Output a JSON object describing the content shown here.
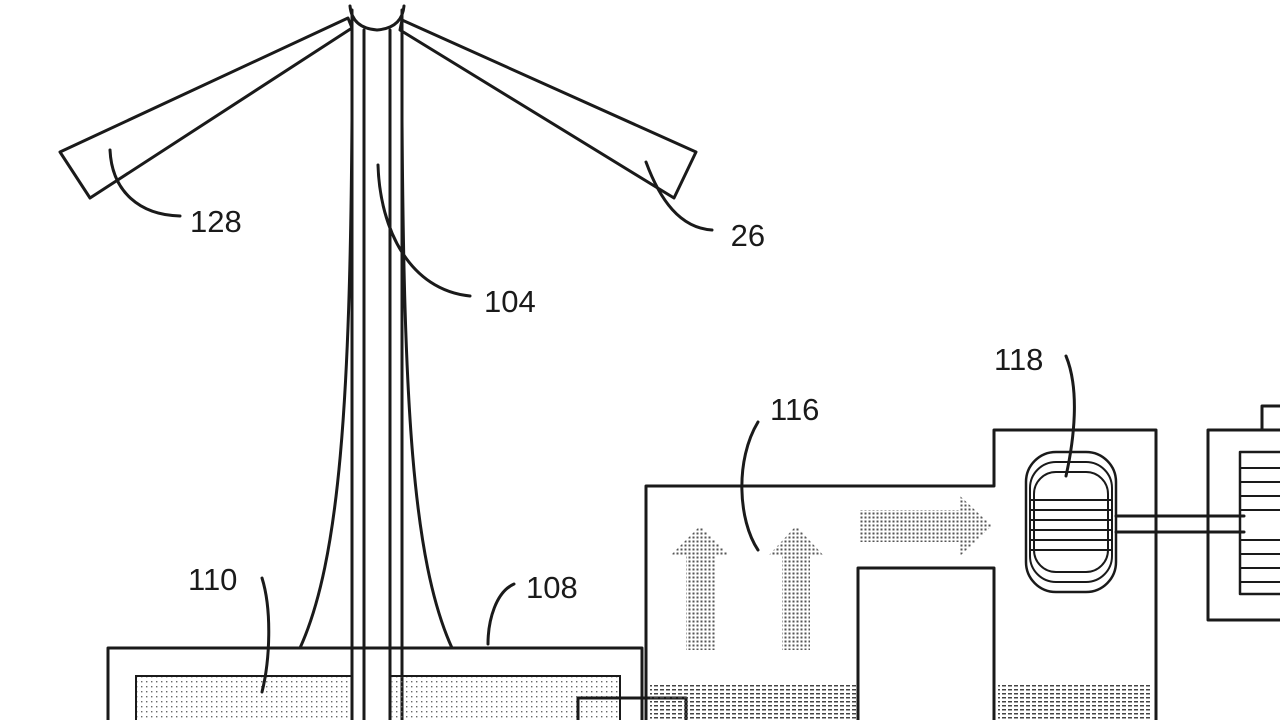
{
  "figure": {
    "labels": {
      "l128": "128",
      "l126": " 26",
      "l104": "104",
      "l118": "118",
      "l116": "116",
      "l110": "110",
      "l108": "108"
    },
    "colors": {
      "ink": "#1a1a1a",
      "background": "#ffffff",
      "stipple": "#8a8a8a"
    }
  }
}
